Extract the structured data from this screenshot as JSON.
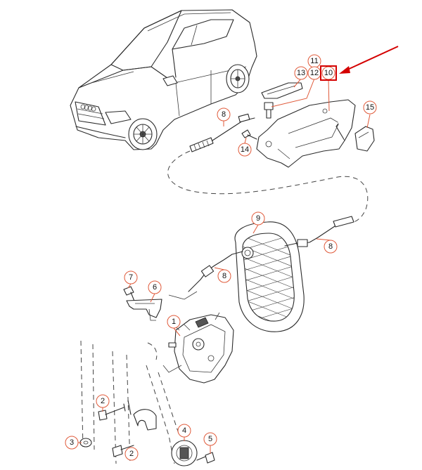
{
  "callouts": {
    "c1": "1",
    "c2a": "2",
    "c2b": "2",
    "c3": "3",
    "c4": "4",
    "c5": "5",
    "c6": "6",
    "c7": "7",
    "c8a": "8",
    "c8b": "8",
    "c8c": "8",
    "c9": "9",
    "c10": "10",
    "c11": "11",
    "c12": "12",
    "c13": "13",
    "c14": "14",
    "c15": "15"
  },
  "highlight": {
    "part": "10",
    "color": "#d40000"
  },
  "accent_color": "#e05a3a"
}
